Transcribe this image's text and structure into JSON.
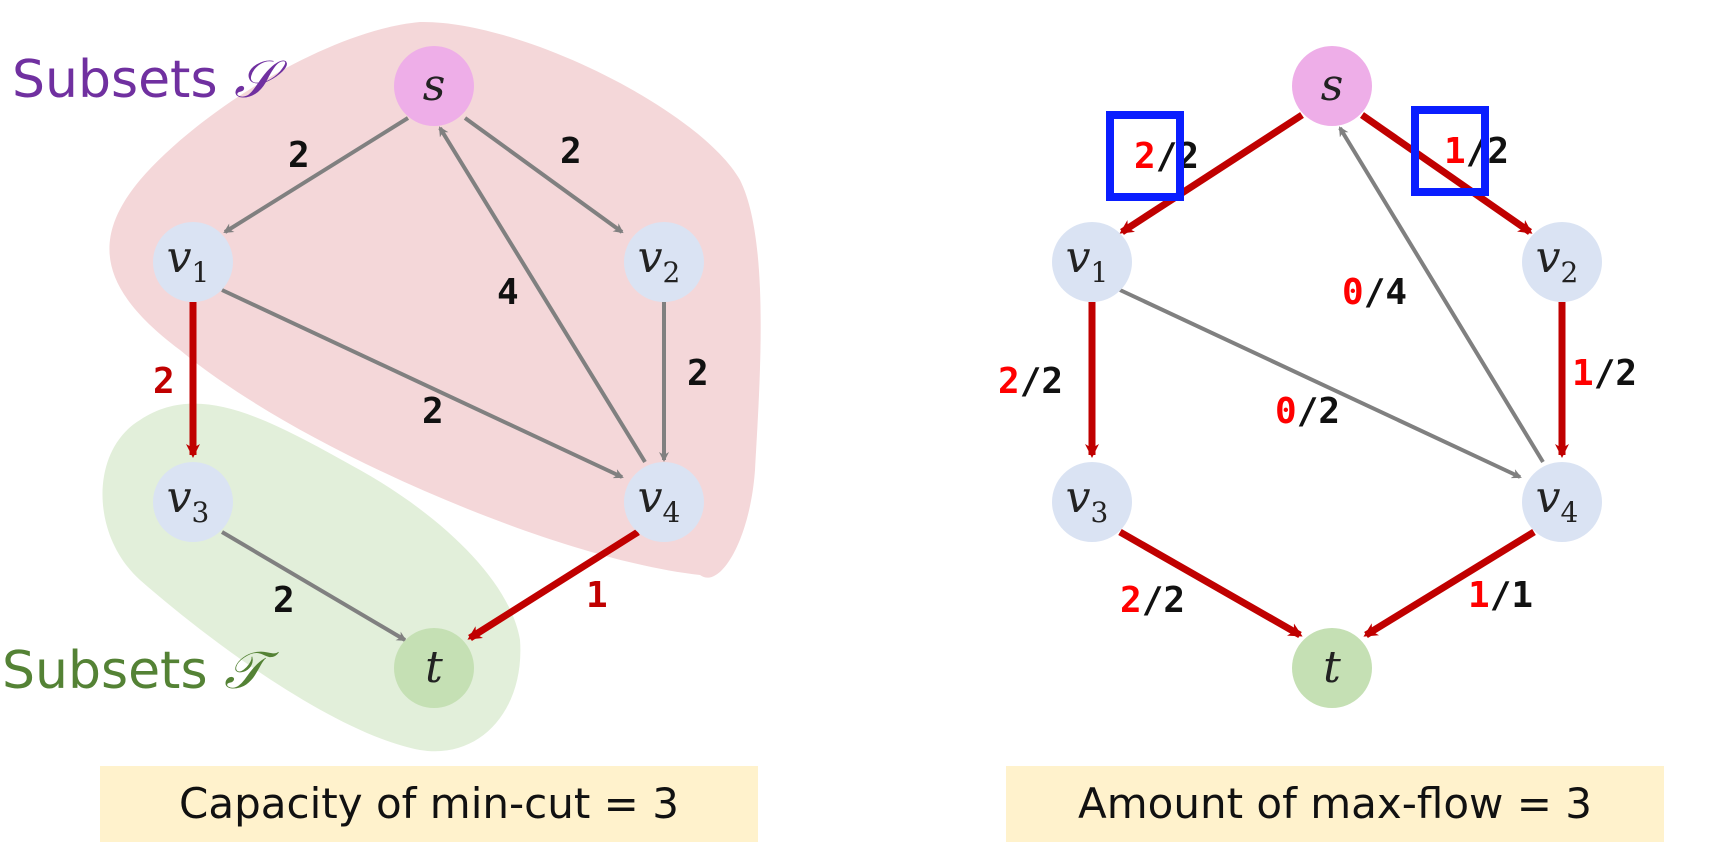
{
  "left_diagram": {
    "subset_s": {
      "prefix": "Subsets",
      "symbol": "𝒮",
      "color": "#7030a0"
    },
    "subset_t": {
      "prefix": "Subsets",
      "symbol": "𝒯",
      "color": "#548235"
    },
    "nodes": {
      "s": {
        "label": "s",
        "sub": ""
      },
      "v1": {
        "label": "v",
        "sub": "1"
      },
      "v2": {
        "label": "v",
        "sub": "2"
      },
      "v3": {
        "label": "v",
        "sub": "3"
      },
      "v4": {
        "label": "v",
        "sub": "4"
      },
      "t": {
        "label": "t",
        "sub": ""
      }
    },
    "edges": [
      {
        "from": "s",
        "to": "v1",
        "capacity": "2",
        "cut": false
      },
      {
        "from": "s",
        "to": "v2",
        "capacity": "2",
        "cut": false
      },
      {
        "from": "v4",
        "to": "s",
        "capacity": "4",
        "cut": false
      },
      {
        "from": "v1",
        "to": "v4",
        "capacity": "2",
        "cut": false
      },
      {
        "from": "v2",
        "to": "v4",
        "capacity": "2",
        "cut": false
      },
      {
        "from": "v1",
        "to": "v3",
        "capacity": "2",
        "cut": true
      },
      {
        "from": "v3",
        "to": "t",
        "capacity": "2",
        "cut": false
      },
      {
        "from": "v4",
        "to": "t",
        "capacity": "1",
        "cut": true
      }
    ],
    "banner": "Capacity of min-cut = 3"
  },
  "right_diagram": {
    "edges": [
      {
        "from": "s",
        "to": "v1",
        "flow": "2",
        "capacity": "2",
        "active": true,
        "highlighted": true
      },
      {
        "from": "s",
        "to": "v2",
        "flow": "1",
        "capacity": "2",
        "active": true,
        "highlighted": true
      },
      {
        "from": "v4",
        "to": "s",
        "flow": "0",
        "capacity": "4",
        "active": false,
        "highlighted": false
      },
      {
        "from": "v1",
        "to": "v4",
        "flow": "0",
        "capacity": "2",
        "active": false,
        "highlighted": false
      },
      {
        "from": "v1",
        "to": "v3",
        "flow": "2",
        "capacity": "2",
        "active": true,
        "highlighted": false
      },
      {
        "from": "v2",
        "to": "v4",
        "flow": "1",
        "capacity": "2",
        "active": true,
        "highlighted": false
      },
      {
        "from": "v3",
        "to": "t",
        "flow": "2",
        "capacity": "2",
        "active": true,
        "highlighted": false
      },
      {
        "from": "v4",
        "to": "t",
        "flow": "1",
        "capacity": "1",
        "active": true,
        "highlighted": false
      }
    ],
    "banner": "Amount of max-flow = 3"
  },
  "colors": {
    "source_node": "#eeaee8",
    "sink_node": "#c5e0b4",
    "inner_node": "#dae3f3",
    "gray_edge": "#808080",
    "red_edge": "#c00000",
    "highlight_box": "#0a1eff",
    "s_region": "#f4d7d9",
    "t_region": "#e2efda",
    "banner_bg": "#fff2cc"
  }
}
